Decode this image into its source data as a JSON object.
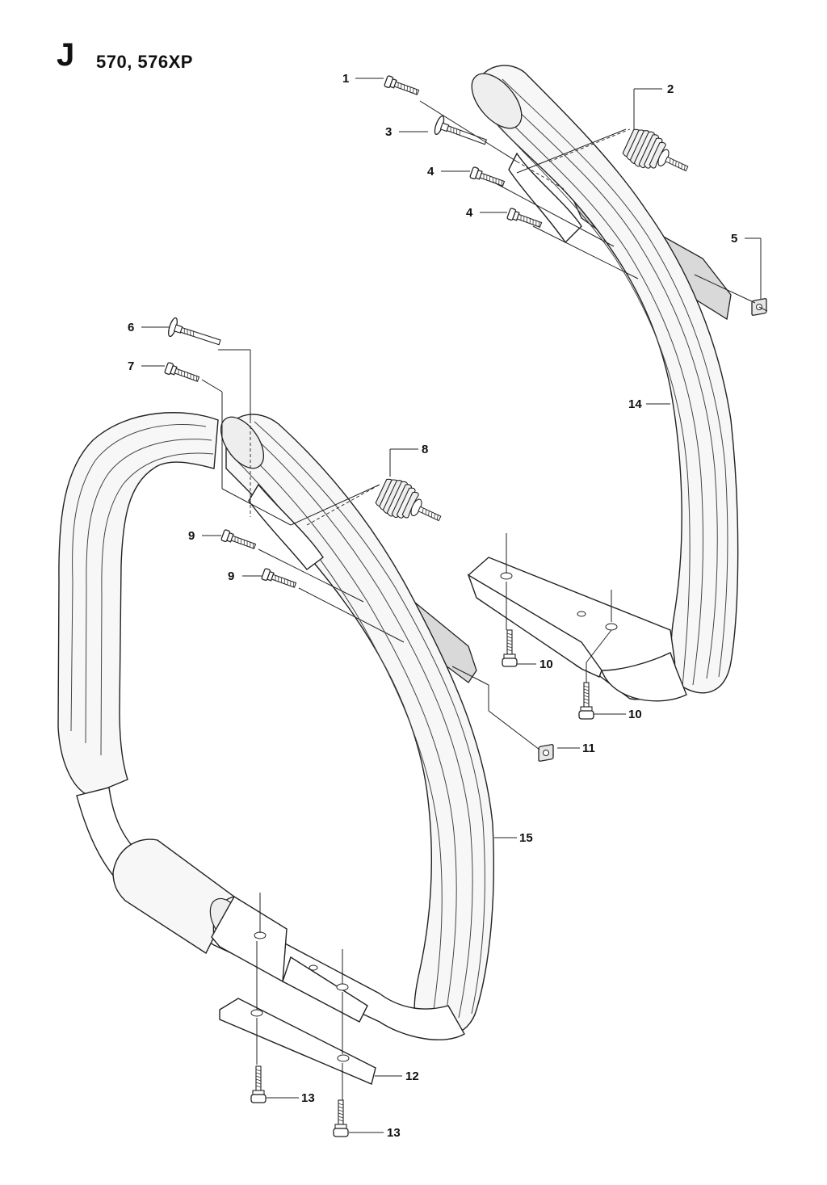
{
  "header": {
    "section_letter": "J",
    "models": "570, 576XP"
  },
  "callouts": [
    {
      "id": "c1",
      "label": "1"
    },
    {
      "id": "c2",
      "label": "2"
    },
    {
      "id": "c3",
      "label": "3"
    },
    {
      "id": "c4a",
      "label": "4"
    },
    {
      "id": "c4b",
      "label": "4"
    },
    {
      "id": "c5",
      "label": "5"
    },
    {
      "id": "c6",
      "label": "6"
    },
    {
      "id": "c7",
      "label": "7"
    },
    {
      "id": "c8",
      "label": "8"
    },
    {
      "id": "c9a",
      "label": "9"
    },
    {
      "id": "c9b",
      "label": "9"
    },
    {
      "id": "c10a",
      "label": "10"
    },
    {
      "id": "c10b",
      "label": "10"
    },
    {
      "id": "c11",
      "label": "11"
    },
    {
      "id": "c12",
      "label": "12"
    },
    {
      "id": "c13a",
      "label": "13"
    },
    {
      "id": "c13b",
      "label": "13"
    },
    {
      "id": "c14",
      "label": "14"
    },
    {
      "id": "c15",
      "label": "15"
    }
  ]
}
